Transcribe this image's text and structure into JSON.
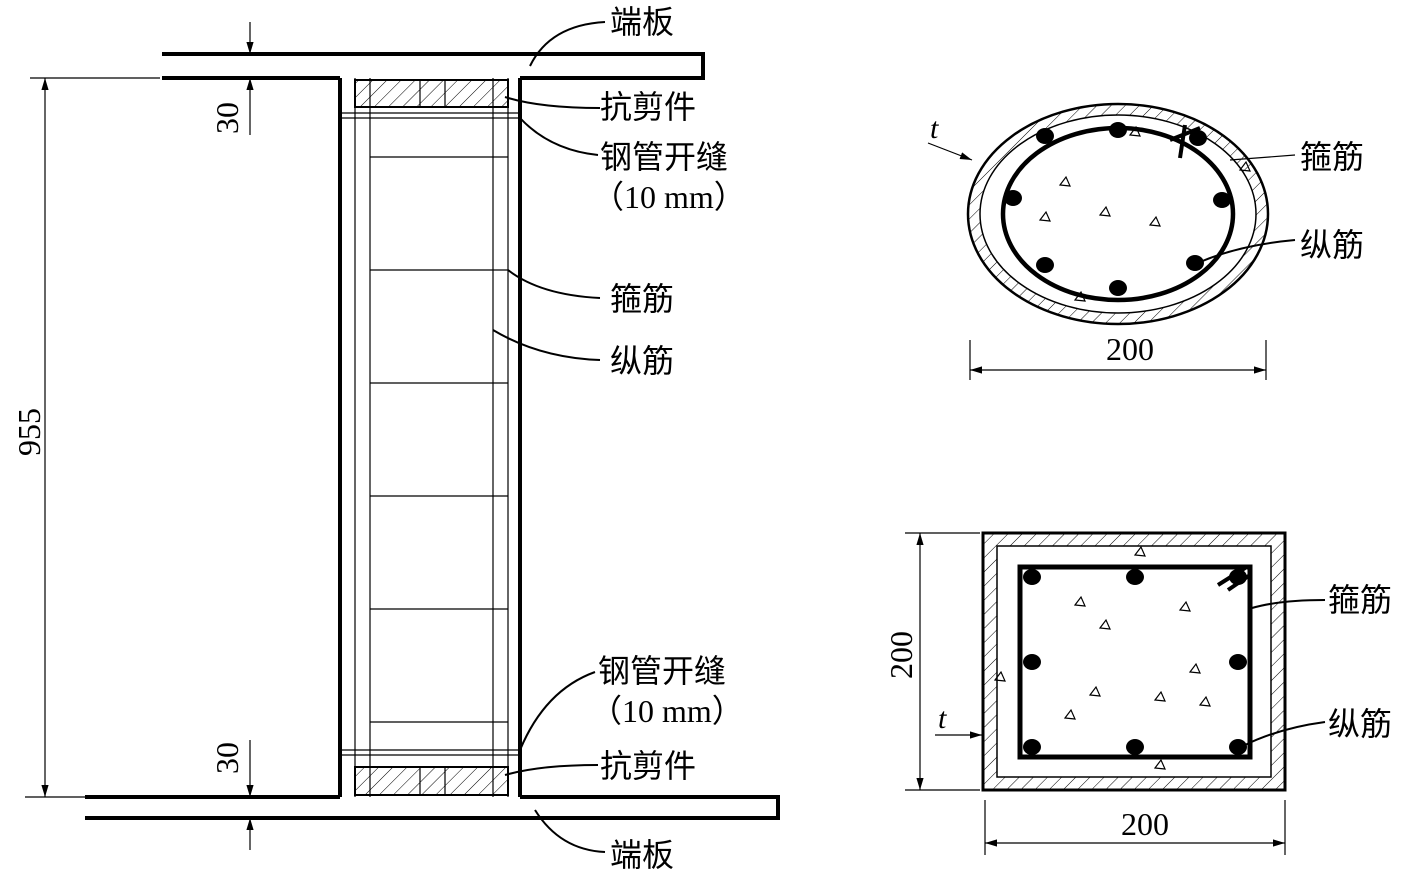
{
  "elevation": {
    "end_plate_top": "端板",
    "shear_connector_top": "抗剪件",
    "slit_top": "钢管开缝",
    "slit_top_width": "（10 mm）",
    "stirrup": "箍筋",
    "longitudinal_bar": "纵筋",
    "slit_bottom": "钢管开缝",
    "slit_bottom_width": "（10 mm）",
    "shear_connector_bottom": "抗剪件",
    "end_plate_bottom": "端板",
    "height_dim": "955",
    "top_gap_dim": "30",
    "bottom_gap_dim": "30"
  },
  "circular_section": {
    "thickness_symbol": "t",
    "stirrup": "箍筋",
    "longitudinal_bar": "纵筋",
    "diameter_dim": "200"
  },
  "square_section": {
    "thickness_symbol": "t",
    "stirrup": "箍筋",
    "longitudinal_bar": "纵筋",
    "height_dim": "200",
    "width_dim": "200"
  }
}
